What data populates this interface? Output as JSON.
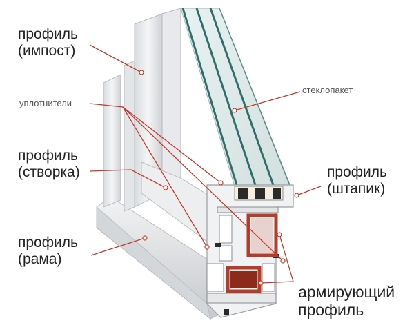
{
  "labels": {
    "impost": {
      "line1": "профиль",
      "line2": "(импост)"
    },
    "seals": "уплотнители",
    "sash": {
      "line1": "профиль",
      "line2": "(створка)"
    },
    "frame": {
      "line1": "профиль",
      "line2": "(рама)"
    },
    "glass": "стеклопакет",
    "bead": {
      "line1": "профиль",
      "line2": "(штапик)"
    },
    "reinforcement": {
      "line1": "армирующий",
      "line2": "профиль"
    }
  },
  "colors": {
    "pvc": "#eef0f2",
    "pvc_shadow": "#c9ccd0",
    "glass_edge": "#2f6f6a",
    "seal": "#2a2a2a",
    "reinforcement": "#b53b2a",
    "leader": "#c0392b"
  }
}
